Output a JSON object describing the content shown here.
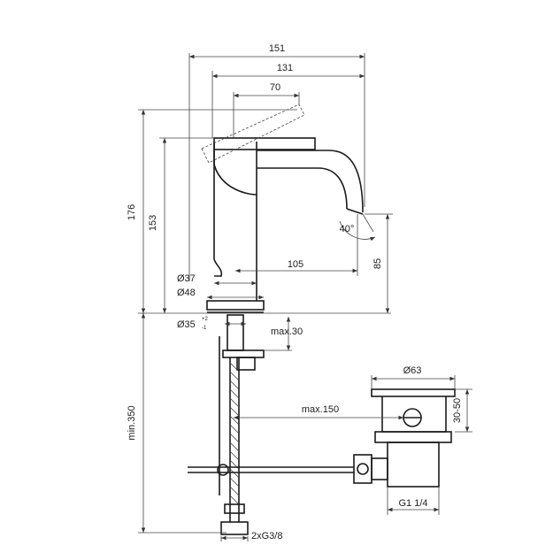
{
  "labels": {
    "w151": "151",
    "w131": "131",
    "w70": "70",
    "h176": "176",
    "h153": "153",
    "a40": "40°",
    "h85": "85",
    "d105": "105",
    "dia37": "Ø37",
    "dia48": "Ø48",
    "dia35": "Ø35",
    "tol_plus": "+2",
    "tol_minus": "-1",
    "max30": "max.30",
    "min350": "min.350",
    "max150": "max.150",
    "dia63": "Ø63",
    "h3050": "30-50",
    "g114": "G1 1/4",
    "g38": "2xG3/8"
  }
}
